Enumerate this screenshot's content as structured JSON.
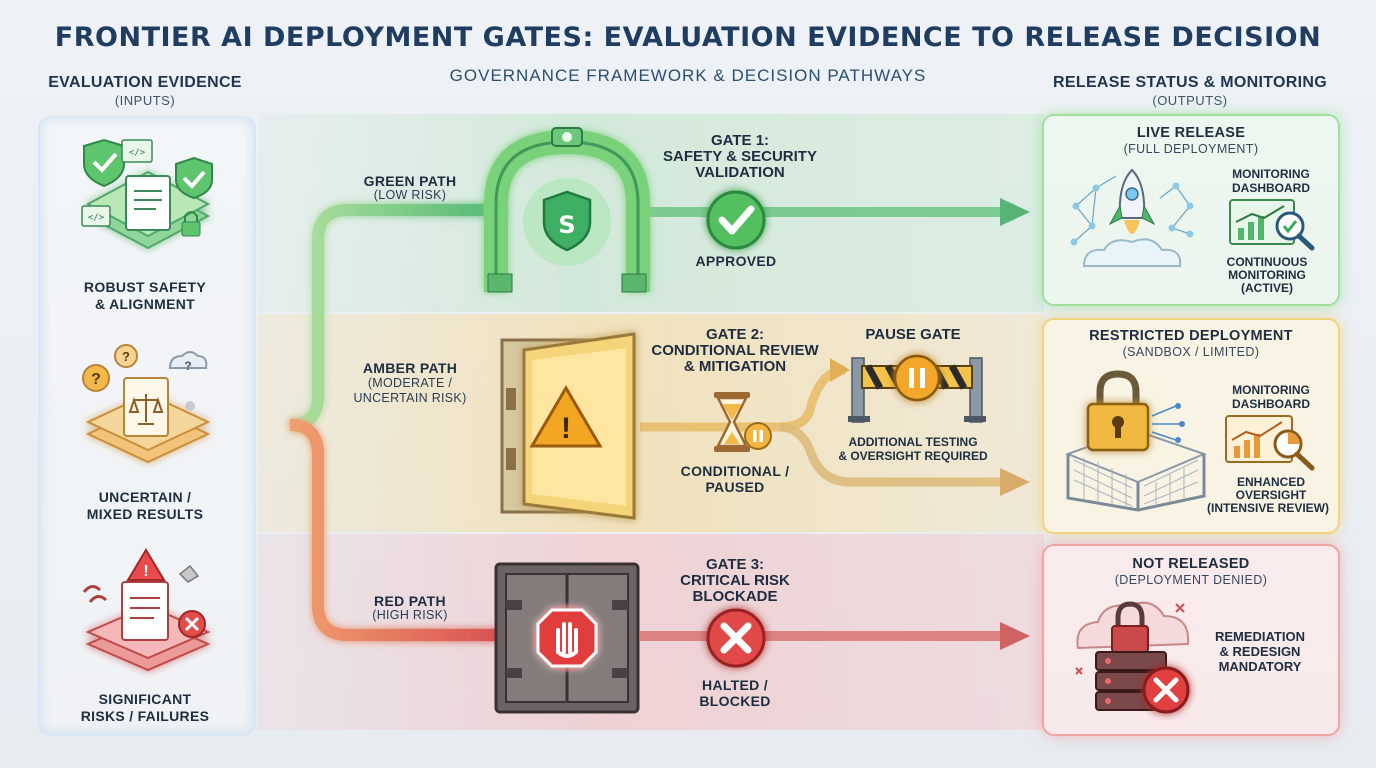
{
  "title": "FRONTIER AI DEPLOYMENT GATES: EVALUATION EVIDENCE TO RELEASE DECISION",
  "subtitle": "GOVERNANCE FRAMEWORK & DECISION PATHWAYS",
  "left": {
    "heading": "EVALUATION EVIDENCE",
    "sub": "(INPUTS)",
    "items": [
      {
        "line1": "ROBUST SAFETY",
        "line2": "& ALIGNMENT"
      },
      {
        "line1": "UNCERTAIN /",
        "line2": "MIXED RESULTS"
      },
      {
        "line1": "SIGNIFICANT",
        "line2": "RISKS / FAILURES"
      }
    ]
  },
  "right": {
    "heading": "RELEASE STATUS & MONITORING",
    "sub": "(OUTPUTS)"
  },
  "paths": {
    "green": {
      "name": "GREEN PATH",
      "risk": "(LOW RISK)"
    },
    "amber": {
      "name": "AMBER PATH",
      "risk1": "(MODERATE /",
      "risk2": "UNCERTAIN RISK)"
    },
    "red": {
      "name": "RED PATH",
      "risk": "(HIGH RISK)"
    }
  },
  "gates": {
    "g1": {
      "l1": "GATE 1:",
      "l2": "SAFETY & SECURITY",
      "l3": "VALIDATION",
      "status": "APPROVED"
    },
    "g2": {
      "l1": "GATE 2:",
      "l2": "CONDITIONAL REVIEW",
      "l3": "& MITIGATION",
      "status1": "CONDITIONAL /",
      "status2": "PAUSED"
    },
    "g3": {
      "l1": "GATE 3:",
      "l2": "CRITICAL RISK",
      "l3": "BLOCKADE",
      "status1": "HALTED /",
      "status2": "BLOCKED"
    },
    "pause": {
      "title": "PAUSE GATE",
      "note1": "ADDITIONAL TESTING",
      "note2": "& OVERSIGHT REQUIRED"
    }
  },
  "outputs": {
    "live": {
      "head": "LIVE RELEASE",
      "sub": "(FULL DEPLOYMENT)",
      "dash1": "MONITORING",
      "dash2": "DASHBOARD",
      "mon1": "CONTINUOUS",
      "mon2": "MONITORING",
      "mon3": "(ACTIVE)"
    },
    "restricted": {
      "head": "RESTRICTED DEPLOYMENT",
      "sub": "(SANDBOX / LIMITED)",
      "dash1": "MONITORING",
      "dash2": "DASHBOARD",
      "mon1": "ENHANCED",
      "mon2": "OVERSIGHT",
      "mon3": "(INTENSIVE REVIEW)"
    },
    "denied": {
      "head": "NOT RELEASED",
      "sub": "(DEPLOYMENT DENIED)",
      "mon1": "REMEDIATION",
      "mon2": "& REDESIGN",
      "mon3": "MANDATORY"
    }
  },
  "colors": {
    "green": "#5cc46a",
    "amber": "#efb84a",
    "red": "#e45a5a",
    "navy": "#1f3d60"
  }
}
